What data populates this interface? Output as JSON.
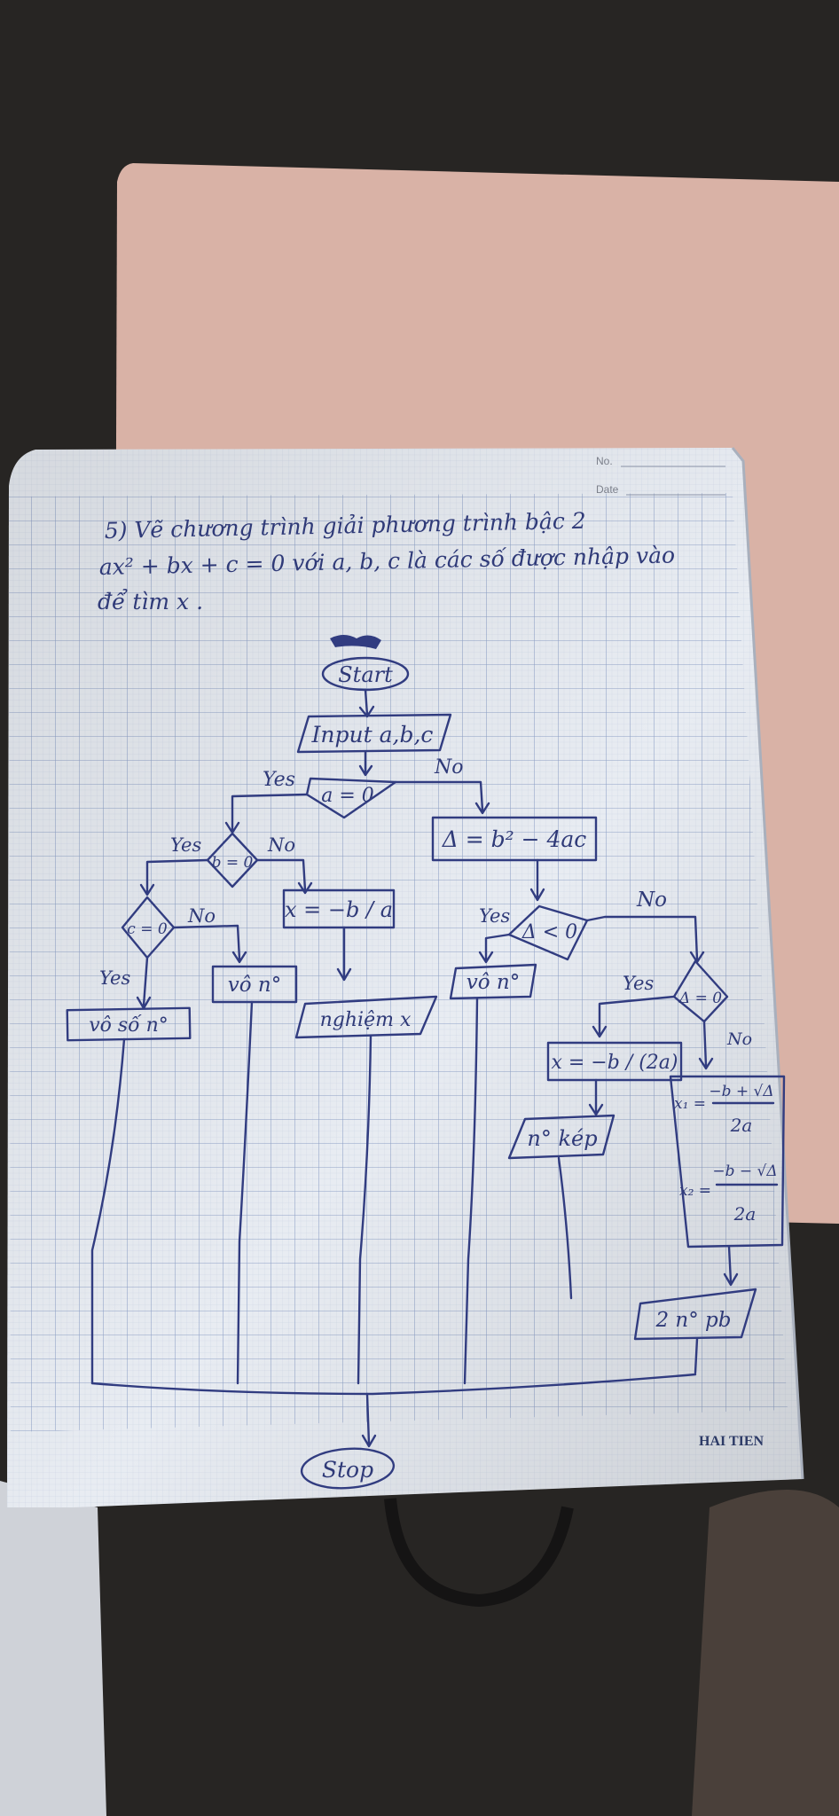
{
  "page_header": {
    "no_label": "No.",
    "date_label": "Date"
  },
  "problem": {
    "line1": "5) Vẽ chương trình giải phương trình bậc 2",
    "line2": "ax² + bx + c = 0 với a, b, c là các số được nhập vào",
    "line3": "để tìm x ."
  },
  "flowchart": {
    "start": "Start",
    "input": "Input a,b,c",
    "cond_a": "a = 0",
    "cond_b": "b = 0",
    "cond_c": "c = 0",
    "delta": "Δ = b² − 4ac",
    "cond_delta_neg": "Δ < 0",
    "cond_delta_zero": "Δ = 0",
    "out_x_linear": "x = −b / a",
    "out_infinite": "vô số n°",
    "out_none_1": "vô n°",
    "out_linear_sol": "nghiệm x",
    "out_none_2": "vô n°",
    "out_x_double": "x = −b / (2a)",
    "out_double": "n° kép",
    "x1_lhs": "x₁ =",
    "x1_num": "−b + √Δ",
    "x1_den": "2a",
    "x2_lhs": "x₂ =",
    "x2_num": "−b − √Δ",
    "x2_den": "2a",
    "out_two": "2 n° pb",
    "stop": "Stop",
    "yes": "Yes",
    "no": "No"
  },
  "footer": {
    "brand": "HAI TIEN"
  }
}
